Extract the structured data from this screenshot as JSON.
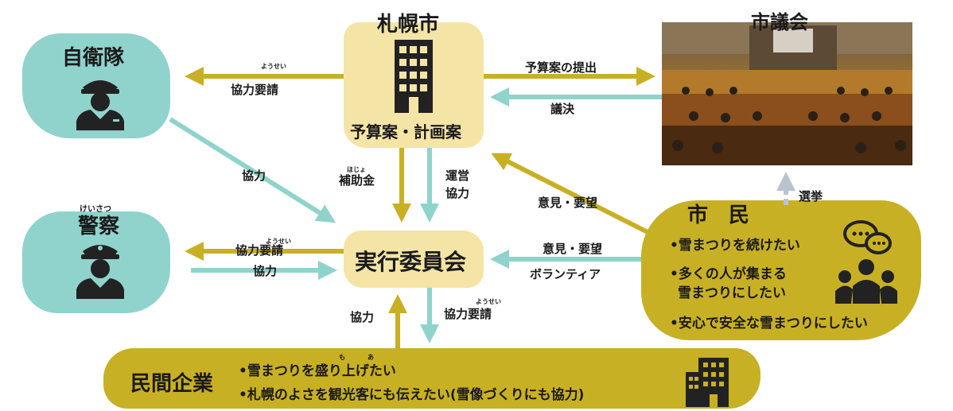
{
  "nodes": {
    "sapporo": {
      "title": "札幌市",
      "sub": "予算案・計画案"
    },
    "council": {
      "title": "市議会"
    },
    "sdf": {
      "title": "自衛隊"
    },
    "police": {
      "title": "警察",
      "ruby": "けいさつ"
    },
    "committee": {
      "title": "実行委員会"
    },
    "citizens": {
      "title": "市　民",
      "bullets": [
        "•雪まつりを続けたい",
        "•多くの人が集まる",
        "雪まつりにしたい",
        "•安心で安全な雪まつりにしたい"
      ]
    },
    "companies": {
      "title": "民間企業",
      "bullets": [
        "•雪まつりを盛り上げたい",
        "•札幌のよさを観光客にも伝えたい(雪像づくりにも協力)"
      ],
      "ruby": [
        "も",
        "あ"
      ]
    }
  },
  "edges": {
    "city_to_sdf": "協力要請",
    "city_to_sdf_ruby": "ようせい",
    "budget_submit": "予算案の提出",
    "resolution": "議決",
    "sdf_coop": "協力",
    "subsidy": "補助金",
    "subsidy_ruby": "ほじょ",
    "operation": "運営",
    "operation2": "協力",
    "opinion1": "意見・要望",
    "election": "選挙",
    "comm_to_police": "協力要請",
    "comm_to_police_ruby": "ようせい",
    "police_coop": "協力",
    "opinion2": "意見・要望",
    "volunteer": "ボランティア",
    "company_coop": "協力",
    "comm_to_company": "協力要請",
    "comm_to_company_ruby": "ようせい"
  },
  "colors": {
    "olive_arrow": "#c8b025",
    "teal_arrow": "#8fd3cc",
    "grey_arrow": "#b9c3cf"
  }
}
